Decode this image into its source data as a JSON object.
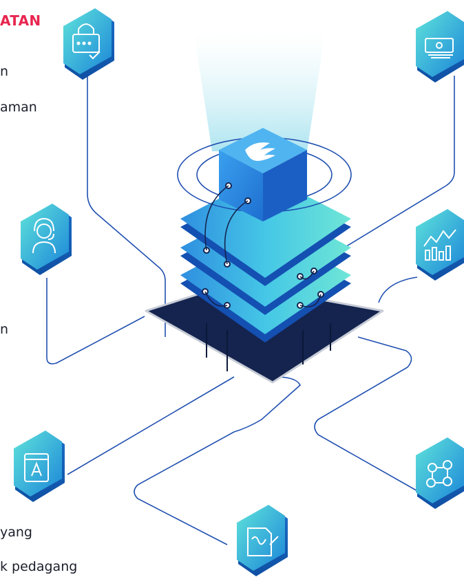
{
  "text_fragments": {
    "heading": "ATAN",
    "line1": "n",
    "line2": "aman",
    "line3": "n",
    "line4": "yang",
    "line5": "k pedagang"
  },
  "colors": {
    "accent_red": "#e8254f",
    "tile_light": "#4fd6d8",
    "tile_dark": "#1a7fd6",
    "wire": "#1f4fb0",
    "pit": "#14244f",
    "server_top": "#2b8be0",
    "beam": "#bfe9f2"
  },
  "icons": [
    "lock-password-icon",
    "money-transfer-icon",
    "customer-support-icon",
    "analytics-chart-icon",
    "dictionary-book-icon",
    "network-people-icon",
    "document-sign-icon",
    "logo-wings-icon"
  ]
}
